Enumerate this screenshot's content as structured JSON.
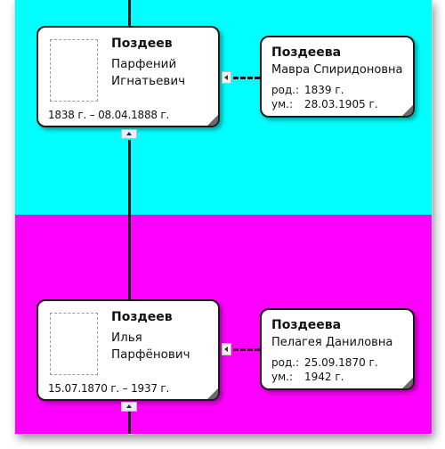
{
  "colors": {
    "generation_band_1": "#00ffff",
    "generation_band_2": "#ff00ff",
    "card_border": "#1a1a1a"
  },
  "persons": [
    {
      "surname": "Поздеев",
      "given_line1": "Парфений",
      "given_line2": "Игнатьевич",
      "dates": "1838 г. – 08.04.1888 г.",
      "spouse": {
        "surname": "Поздеева",
        "given": "Мавра Спиридоновна",
        "birth_label": "род.:",
        "birth": "1839 г.",
        "death_label": "ум.:",
        "death": "28.03.1905 г."
      }
    },
    {
      "surname": "Поздеев",
      "given_line1": "Илья",
      "given_line2": "Парфёнович",
      "dates": "15.07.1870 г. – 1937 г.",
      "spouse": {
        "surname": "Поздеева",
        "given": "Пелагея Даниловна",
        "birth_label": "род.:",
        "birth": "25.09.1870 г.",
        "death_label": "ум.:",
        "death": "1942 г."
      }
    }
  ],
  "icons": {
    "spouse_collapse": "triangle-left-icon",
    "parents_expand": "chevron-up-icon",
    "photo_placeholder": "photo-placeholder-icon"
  }
}
